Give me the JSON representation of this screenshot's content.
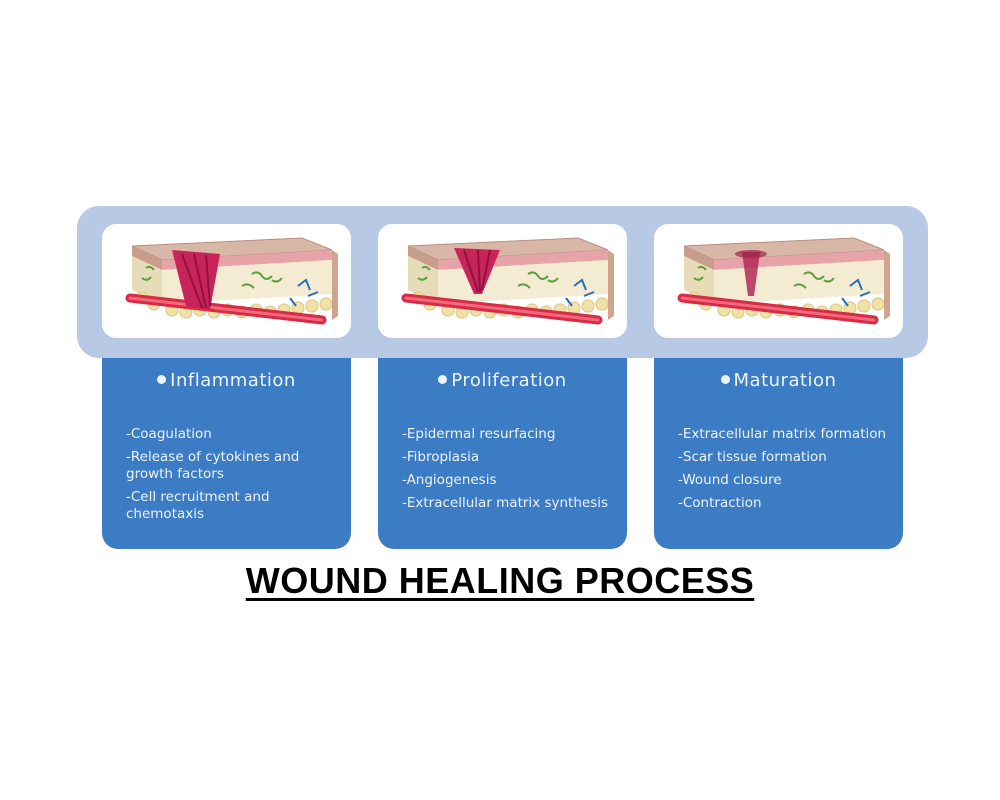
{
  "title": "WOUND HEALING PROCESS",
  "colors": {
    "band": "#b8c9e6",
    "phase_box": "#3b7cc4",
    "phase_text": "#eef3fa",
    "wound": "#c8245a",
    "vessel": "#d92a46"
  },
  "phases": [
    {
      "name": "Inflammation",
      "illustration": "skin-wound-open",
      "items": [
        "-Coagulation",
        "-Release of cytokines and growth factors",
        "-Cell recruitment and chemotaxis"
      ]
    },
    {
      "name": "Proliferation",
      "illustration": "skin-wound-filling",
      "items": [
        "-Epidermal resurfacing",
        "-Fibroplasia",
        "-Angiogenesis",
        "-Extracellular matrix synthesis"
      ]
    },
    {
      "name": "Maturation",
      "illustration": "skin-wound-scar",
      "items": [
        "-Extracellular matrix formation",
        "-Scar tissue formation",
        "-Wound closure",
        "-Contraction"
      ]
    }
  ]
}
